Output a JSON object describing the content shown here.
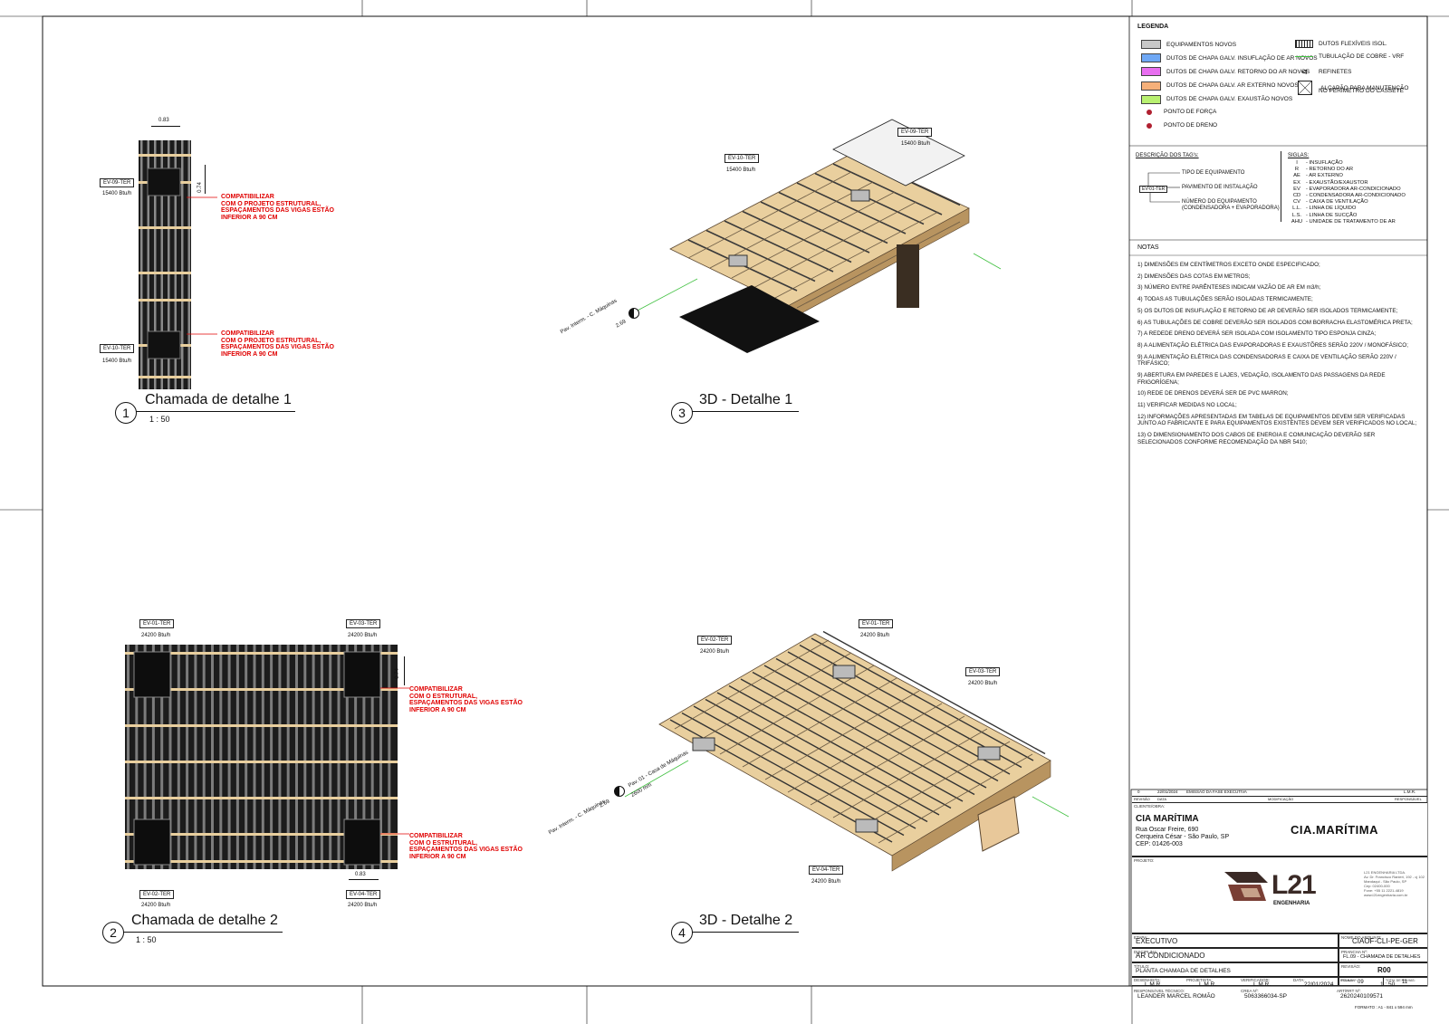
{
  "legend": {
    "title": "LEGENDA",
    "items_left": [
      {
        "label": "EQUIPAMENTOS NOVOS",
        "color": "#c8c8c8"
      },
      {
        "label": "DUTOS DE CHAPA GALV. INSUFLAÇÃO DE AR NOVOS",
        "color": "#6fa8f5"
      },
      {
        "label": "DUTOS DE CHAPA GALV. RETORNO DO AR NOVOS",
        "color": "#e86ef0"
      },
      {
        "label": "DUTOS DE CHAPA GALV. AR EXTERNO NOVOS",
        "color": "#f5b07a"
      },
      {
        "label": "DUTOS DE CHAPA GALV. EXAUSTÃO NOVOS",
        "color": "#b8f070"
      },
      {
        "label": "PONTO DE FORÇA",
        "color": "#b02030"
      },
      {
        "label": "PONTO DE DRENO",
        "color": "#b02030"
      }
    ],
    "items_right": [
      {
        "label": "DUTOS FLEXÍVEIS ISOL."
      },
      {
        "label": "TUBULAÇÃO DE COBRE - VRF",
        "color": "#40c040"
      },
      {
        "label": "REFINETES"
      },
      {
        "label": "ALÇAPÃO PARA MANUTENÇÃO"
      },
      {
        "label": "NO PERÍMETRO DO CASSETE"
      }
    ]
  },
  "tags": {
    "title": "DESCRIÇÃO DOS TAG's:",
    "code": "EV-01-TER",
    "labels": [
      "TIPO DE EQUIPAMENTO",
      "PAVIMENTO DE INSTALAÇÃO",
      "NÚMERO DO EQUIPAMENTO",
      "(CONDENSADORA + EVAPORADORA)"
    ],
    "siglas_title": "SIGLAS:",
    "siglas": [
      {
        "k": "I",
        "v": "- INSUFLAÇÃO"
      },
      {
        "k": "R",
        "v": "- RETORNO DO AR"
      },
      {
        "k": "AE",
        "v": "- AR EXTERNO"
      },
      {
        "k": "EX",
        "v": "- EXAUSTÃO/EXAUSTOR"
      },
      {
        "k": "EV",
        "v": "- EVAPORADORA AR-CONDICIONADO"
      },
      {
        "k": "CD",
        "v": "- CONDENSADORA AR-CONDICIONADO"
      },
      {
        "k": "CV",
        "v": "- CAIXA DE VENTILAÇÃO"
      },
      {
        "k": "L.L.",
        "v": "- LINHA DE LÍQUIDO"
      },
      {
        "k": "L.S.",
        "v": "- LINHA DE SUCÇÃO"
      },
      {
        "k": "AHU",
        "v": "- UNIDADE DE TRATAMENTO DE AR"
      }
    ]
  },
  "notes": {
    "title": "NOTAS",
    "items": [
      "1) DIMENSÕES EM CENTÍMETROS EXCETO ONDE ESPECIFICADO;",
      "2) DIMENSÕES DAS COTAS EM METROS;",
      "3) NÚMERO ENTRE PARÊNTESES INDICAM VAZÃO DE AR EM m3/h;",
      "4) TODAS AS TUBULAÇÕES SERÃO ISOLADAS TERMICAMENTE;",
      "5) OS DUTOS DE INSUFLAÇÃO E RETORNO DE AR DEVERÃO SER ISOLADOS TERMICAMENTE;",
      "6) AS TUBULAÇÕES DE COBRE DEVERÃO SER ISOLADOS COM BORRACHA ELASTOMÉRICA PRETA;",
      "7) A REDEDE DRENO DEVERÁ SER ISOLADA COM ISOLAMENTO TIPO ESPONJA CINZA;",
      "8) A ALIMENTAÇÃO ELÉTRICA DAS EVAPORADORAS E EXAUSTÕRES SERÃO 220V / MONOFÁSICO;",
      "9) A ALIMENTAÇÃO ELÉTRICA DAS CONDENSADORAS E CAIXA DE VENTILAÇÃO SERÃO 220V / TRIFÁSICO;",
      "9) ABERTURA EM PAREDES E LAJES, VEDAÇÃO, ISOLAMENTO DAS PASSAGENS DA REDE FRIGORÍGENA;",
      "10) REDE DE DRENOS DEVERÁ SER DE PVC MARRON;",
      "11) VERIFICAR MEDIDAS NO LOCAL;",
      "12) INFORMAÇÕES APRESENTADAS EM TABELAS DE EQUIPAMENTOS DEVEM SER VERIFICADAS JUNTO AO FABRICANTE E PARA EQUIPAMENTOS EXISTENTES DEVEM SER VERIFICADOS NO LOCAL;",
      "13) O DIMENSIONAMENTO DOS CABOS DE ENERGIA E COMUNICAÇÃO DEVERÃO SER SELECIONADOS CONFORME RECOMENDAÇÃO DA NBR 5410;"
    ]
  },
  "views": [
    {
      "num": "1",
      "title": "Chamada de detalhe 1",
      "scale": "1 : 50"
    },
    {
      "num": "3",
      "title": "3D - Detalhe 1"
    },
    {
      "num": "2",
      "title": "Chamada de detalhe 2",
      "scale": "1 : 50"
    },
    {
      "num": "4",
      "title": "3D - Detalhe 2"
    }
  ],
  "view1": {
    "dim_top": "0.83",
    "dim_side": "0.74",
    "tag_a": "EV-09-TER",
    "btu_a": "15400 Btu/h",
    "tag_b": "EV-10-TER",
    "btu_b": "15400 Btu/h",
    "note_lines": [
      "COMPATIBILIZAR",
      "COM O PROJETO ESTRUTURAL,",
      "ESPAÇAMENTOS DAS VIGAS ESTÃO",
      "INFERIOR A 90 CM"
    ]
  },
  "view2": {
    "tag_1": "EV-01-TER",
    "btu_1": "24200 Btu/h",
    "tag_3": "EV-03-TER",
    "btu_3": "24200 Btu/h",
    "tag_2": "EV-02-TER",
    "btu_2": "24200 Btu/h",
    "tag_4": "EV-04-TER",
    "btu_4": "24200 Btu/h",
    "dim_side": "0.74",
    "dim_bottom": "0.83",
    "note_lines": [
      "COMPATIBILIZAR",
      "COM O ESTRUTURAL,",
      "ESPAÇAMENTOS DAS VIGAS ESTÃO",
      "INFERIOR A 90 CM"
    ]
  },
  "view3": {
    "tag_a": "EV-10-TER",
    "btu_a": "15400 Btu/h",
    "tag_b": "EV-09-TER",
    "btu_b": "15400 Btu/h",
    "level": "Pav. Interm. - C. Máquinas",
    "level_elev": "2.69"
  },
  "view4": {
    "tag_1": "EV-01-TER",
    "btu_1": "24200 Btu/h",
    "tag_2": "EV-02-TER",
    "btu_2": "24200 Btu/h",
    "tag_3": "EV-03-TER",
    "btu_3": "24200 Btu/h",
    "tag_4": "EV-04-TER",
    "btu_4": "24200 Btu/h",
    "level_a": "Pav. Interm. - C. Máquinas",
    "level_a_elev": "2.69",
    "level_b": "Pav. 01 - Casa de Máquinas",
    "level_b_elev": "2600 mm"
  },
  "titleblock": {
    "rev_row": {
      "rev": "0",
      "date": "22/01/2024",
      "desc": "EMISSÃO DA FASE EXECUTIVA",
      "resp": "L.M.R."
    },
    "rev_headers": [
      "REVISÃO",
      "DATA",
      "MODIFICAÇÃO",
      "RESPONSÁVEL"
    ],
    "client_label": "CLIENTE/OBRA:",
    "client_name": "CIA MARÍTIMA",
    "client_addr": [
      "Rua Oscar Freire, 690",
      "Cerqueira César - São Paulo, SP",
      "CEP: 01426-003"
    ],
    "client_logo": "CIA.MARÍTIMA",
    "project_label": "PROJETO:",
    "company_logo": "L21",
    "company_sub": "ENGENHARIA",
    "company_info": [
      "L21 ENGENHARIA LTDA.",
      "Av. Dr. Francisco Ranieri, 192 - cj 102",
      "Mandaqui - São Paulo, SP",
      "Cep: 02400-000",
      "Fone: +55 11 2221-4819",
      "www.l21engenharia.com.br"
    ],
    "etapa_label": "ETAPA:",
    "etapa": "EXECUTIVO",
    "arquivo_label": "NOME DO ARQUIVO:",
    "arquivo": "CIAOF-CLI-PE-GER",
    "disciplina_label": "DISCIPLINA:",
    "disciplina": "AR CONDICIONADO",
    "prancha_label": "PRANCHA Nº:",
    "prancha": "FL.09 - CHAMADA DE DETALHES",
    "titulo_label": "TÍTULO:",
    "titulo": "PLANTA CHAMADA DE DETALHES",
    "revisao_label": "REVISÃO:",
    "revisao": "R00",
    "folha_label": "FOLHA Nº:",
    "folha": "09",
    "total_label": "TOTAL DE FOLHAS:",
    "total": "11",
    "escala_label": "ESCALA:",
    "escala": "1 : 50",
    "desenho_label": "DESENHISTA:",
    "desenho": "L.M.R.",
    "projeto_label": "PROJETISTA:",
    "projeto": "L.M.R.",
    "verif_label": "VERIFICADOR:",
    "verif": "L.M.R.",
    "data_label": "DATA:",
    "data": "22/01/2024",
    "resp_label": "RESPONSÁVEL TÉCNICO:",
    "resp": "LEANDER MARCEL ROMÃO",
    "crea_label": "CREA Nº:",
    "crea": "5063366034-SP",
    "art_label": "ART/RRT Nº:",
    "art": "2620240109571",
    "formato": "FORMATO : A1 - 841 x 594 mm"
  },
  "colors": {
    "wood": "#e9cf9e",
    "wood_dark": "#b89460",
    "beam": "#2a2a2a",
    "annotation": "#e00000",
    "pipe": "#40c040"
  }
}
